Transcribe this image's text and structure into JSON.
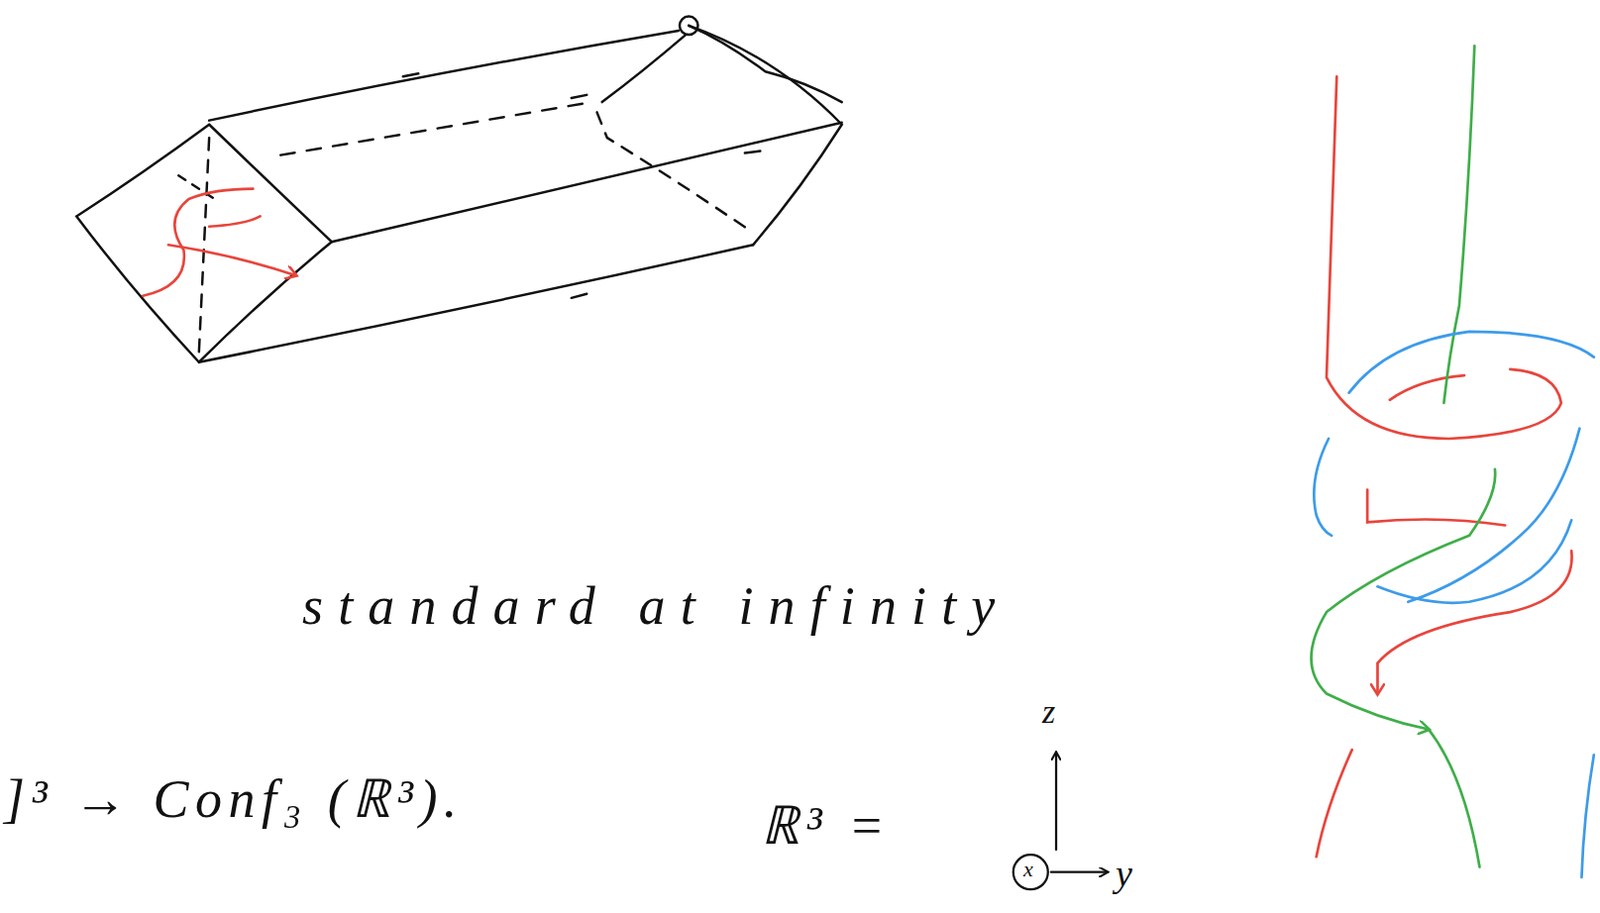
{
  "diagram": {
    "labels": [
      "standard at infinity",
      "]³ → Conf₃ (ℝ³).",
      "ℝ³ =",
      "z",
      "x",
      "y"
    ]
  }
}
